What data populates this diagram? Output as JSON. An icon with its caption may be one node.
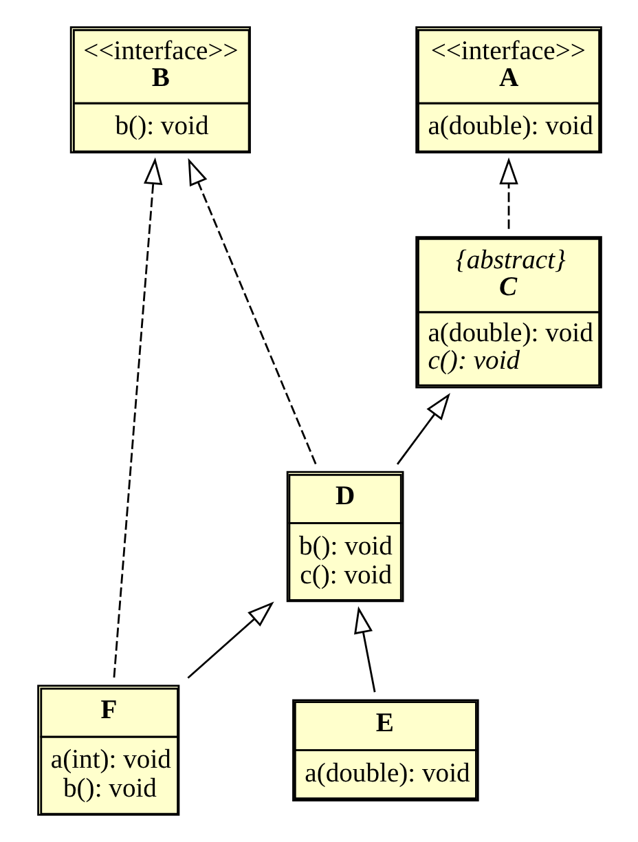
{
  "diagram": {
    "nodes": [
      {
        "text": [
          "<<interface>>",
          "A",
          "a(double): void"
        ]
      },
      {
        "text": [
          "<<interface>>",
          "B",
          "b(): void"
        ]
      },
      {
        "text": [
          "{abstract}",
          "C",
          "a(double): void",
          "c(): void"
        ]
      },
      {
        "text": [
          "D",
          "b(): void",
          "c(): void"
        ]
      },
      {
        "text": [
          "E",
          "a(double): void"
        ]
      },
      {
        "text": [
          "F",
          "a(int): void",
          "b(): void"
        ]
      }
    ],
    "edges": [
      {
        "from": 2,
        "to": 0,
        "arrow": "to",
        "style": "dashed"
      },
      {
        "from": 3,
        "to": 1,
        "arrow": "to",
        "style": "dashed"
      },
      {
        "from": 3,
        "to": 2,
        "arrow": "to"
      },
      {
        "from": 4,
        "to": 3,
        "arrow": "to"
      },
      {
        "from": 5,
        "to": 3,
        "arrow": "to"
      },
      {
        "from": 5,
        "to": 1,
        "arrow": "to",
        "style": "dashed"
      }
    ]
  }
}
